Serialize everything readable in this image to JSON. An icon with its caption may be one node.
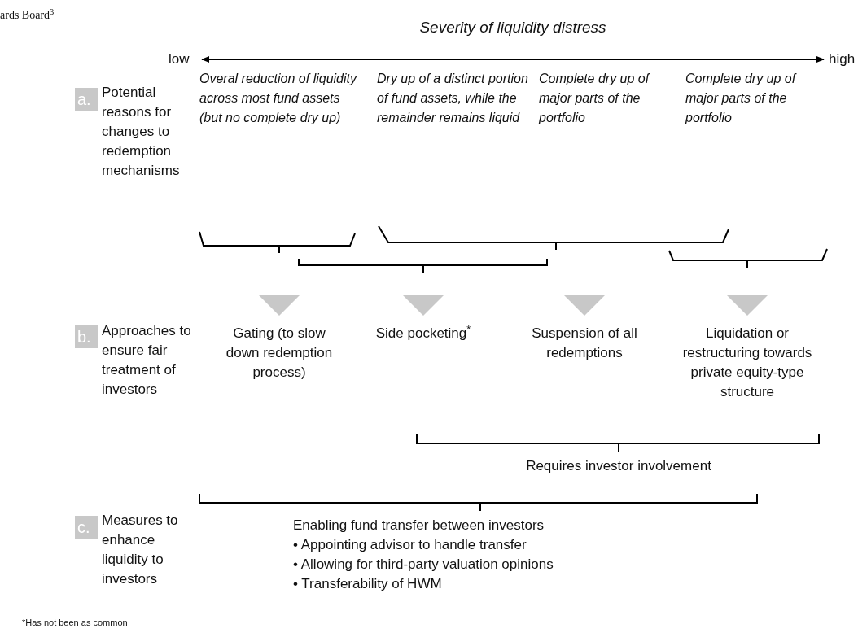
{
  "diagram": {
    "title": "Severity of liquidity distress",
    "labels": [
      "ards Board$^{3}$",
      "low",
      "high",
      "a.",
      "Potential reasons for changes to redemption mechanisms",
      "Overal reduction of liquidity across most fund assets (but no complete dry up)",
      "Dry up of a distinct portion of fund assets, while the remainder remains liquid",
      "Complete dry up of major parts of the portfolio",
      "Complete dry up of major parts of the portfolio",
      "b.",
      "Approaches to ensure fair treatment of investors",
      "Gating (to slow down redemption process)",
      "Side pocketing$^{*}$",
      "Suspension of all redemptions",
      "Liquidation or restructuring towards private equity-type structure",
      "Requires investor involvement",
      "c.",
      "Measures to enhance liquidity to investors",
      "Enabling fund transfer between investors",
      "• Appointing advisor to handle transfer",
      "• Allowing for third-party valuation opinions",
      "• Transferability of HWM",
      "*Has not been as common"
    ]
  }
}
